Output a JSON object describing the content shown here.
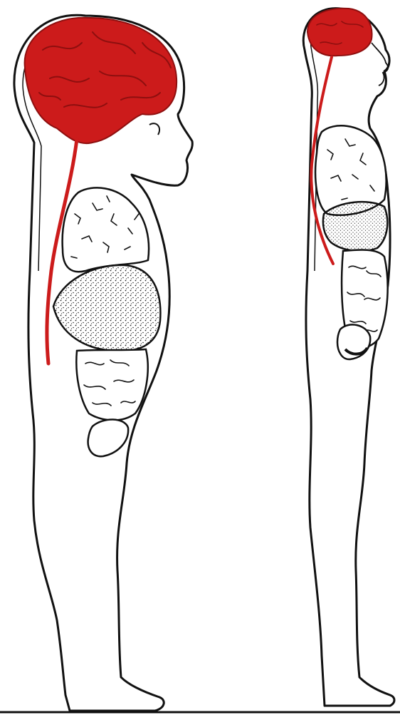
{
  "figures": [
    {
      "label": "child",
      "organs": [
        "brain",
        "spinal-cord",
        "lungs",
        "liver",
        "intestines",
        "bladder"
      ]
    },
    {
      "label": "adult",
      "organs": [
        "brain",
        "spinal-cord",
        "lungs",
        "liver",
        "intestines",
        "bladder"
      ]
    }
  ],
  "colors": {
    "outline": "#111111",
    "nervous_system": "#cc1b1b",
    "nervous_dark": "#8e0f0f",
    "organ_fill": "#f4f4f4",
    "dots": "#222222",
    "background": "#ffffff"
  }
}
